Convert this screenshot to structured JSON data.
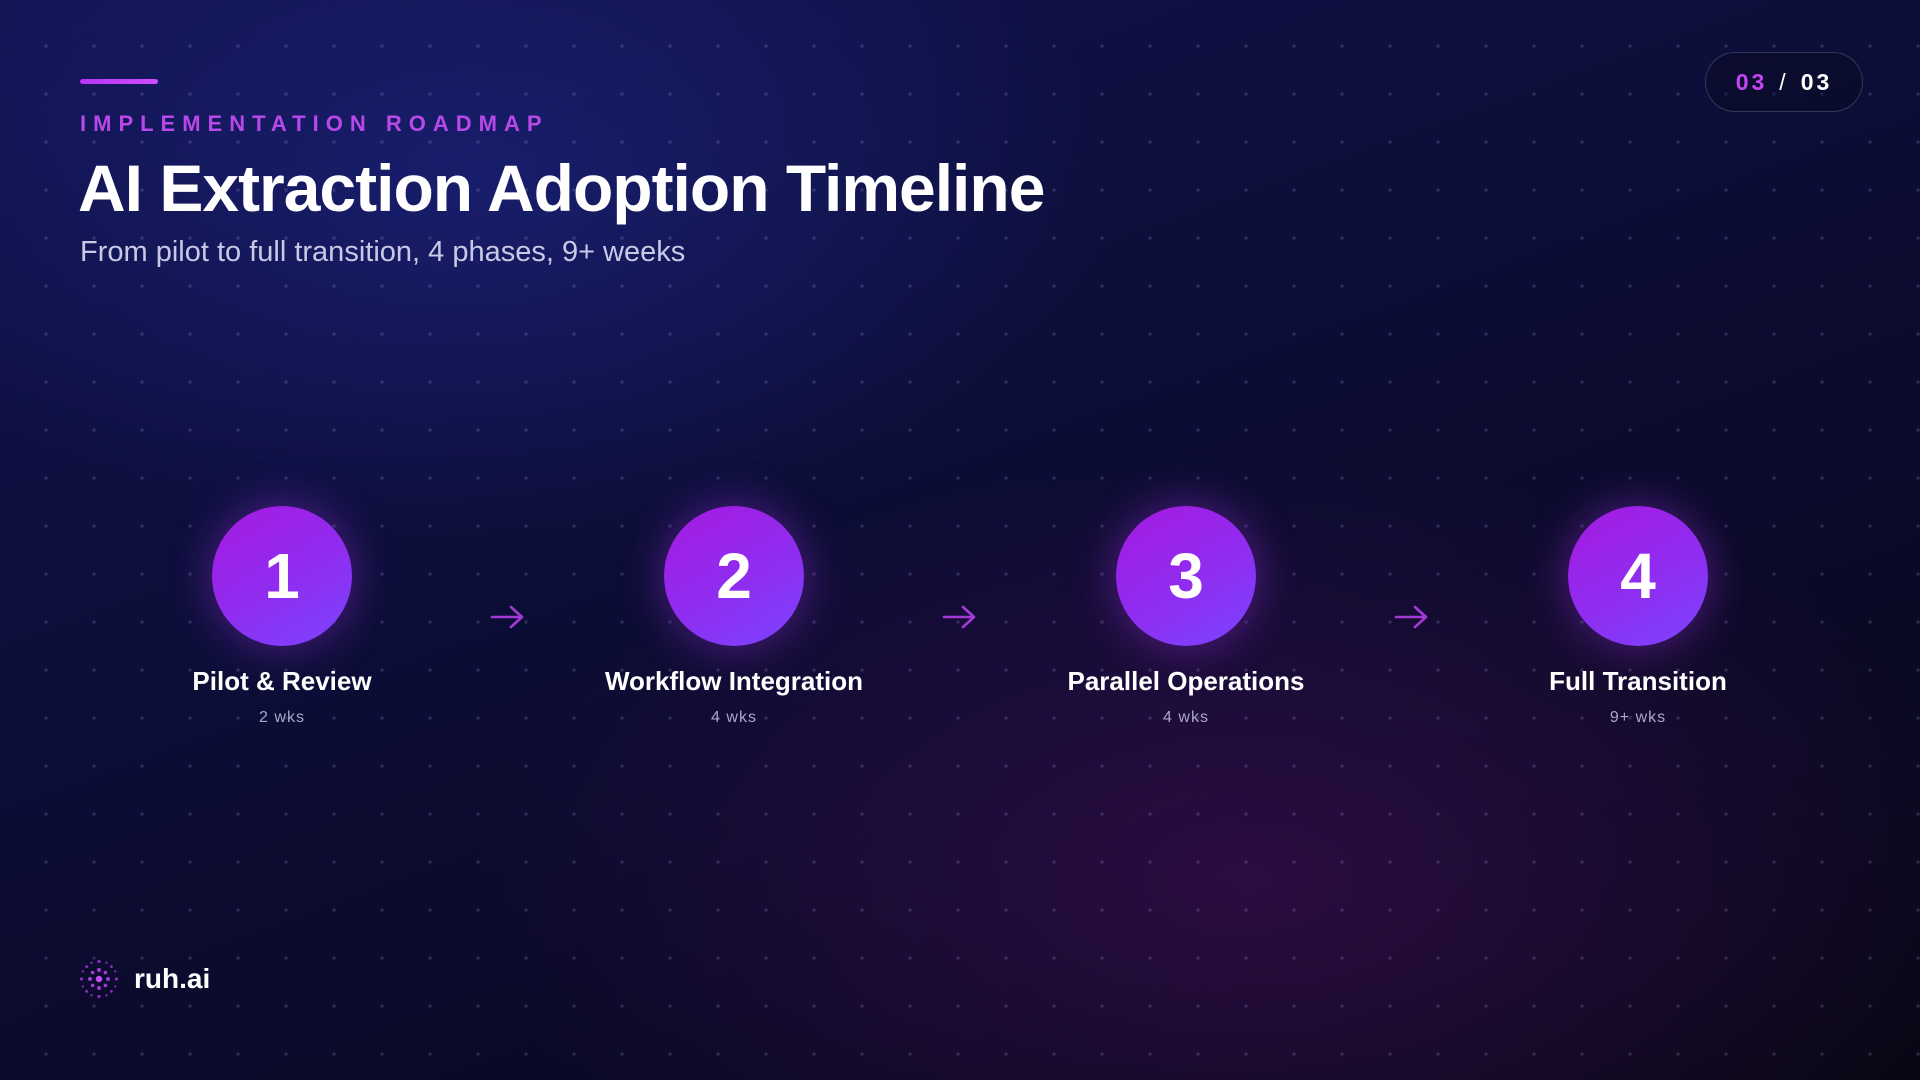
{
  "header": {
    "eyebrow": "IMPLEMENTATION ROADMAP",
    "title": "AI Extraction Adoption Timeline",
    "subtitle": "From pilot to full transition, 4 phases, 9+ weeks"
  },
  "pagination": {
    "current": "03",
    "separator": "/",
    "total": "03"
  },
  "phases": [
    {
      "number": "1",
      "title": "Pilot & Review",
      "duration": "2 wks"
    },
    {
      "number": "2",
      "title": "Workflow Integration",
      "duration": "4 wks"
    },
    {
      "number": "3",
      "title": "Parallel Operations",
      "duration": "4 wks"
    },
    {
      "number": "4",
      "title": "Full Transition",
      "duration": "9+ wks"
    }
  ],
  "brand": {
    "name": "ruh.ai",
    "logo_icon": "dotted-burst-icon"
  },
  "icons": {
    "arrow": "arrow-right-icon"
  },
  "colors": {
    "accent": "#b848e8",
    "circle_start": "#a61ae0",
    "circle_end": "#7b45ff",
    "background": "#0d0f3c"
  }
}
